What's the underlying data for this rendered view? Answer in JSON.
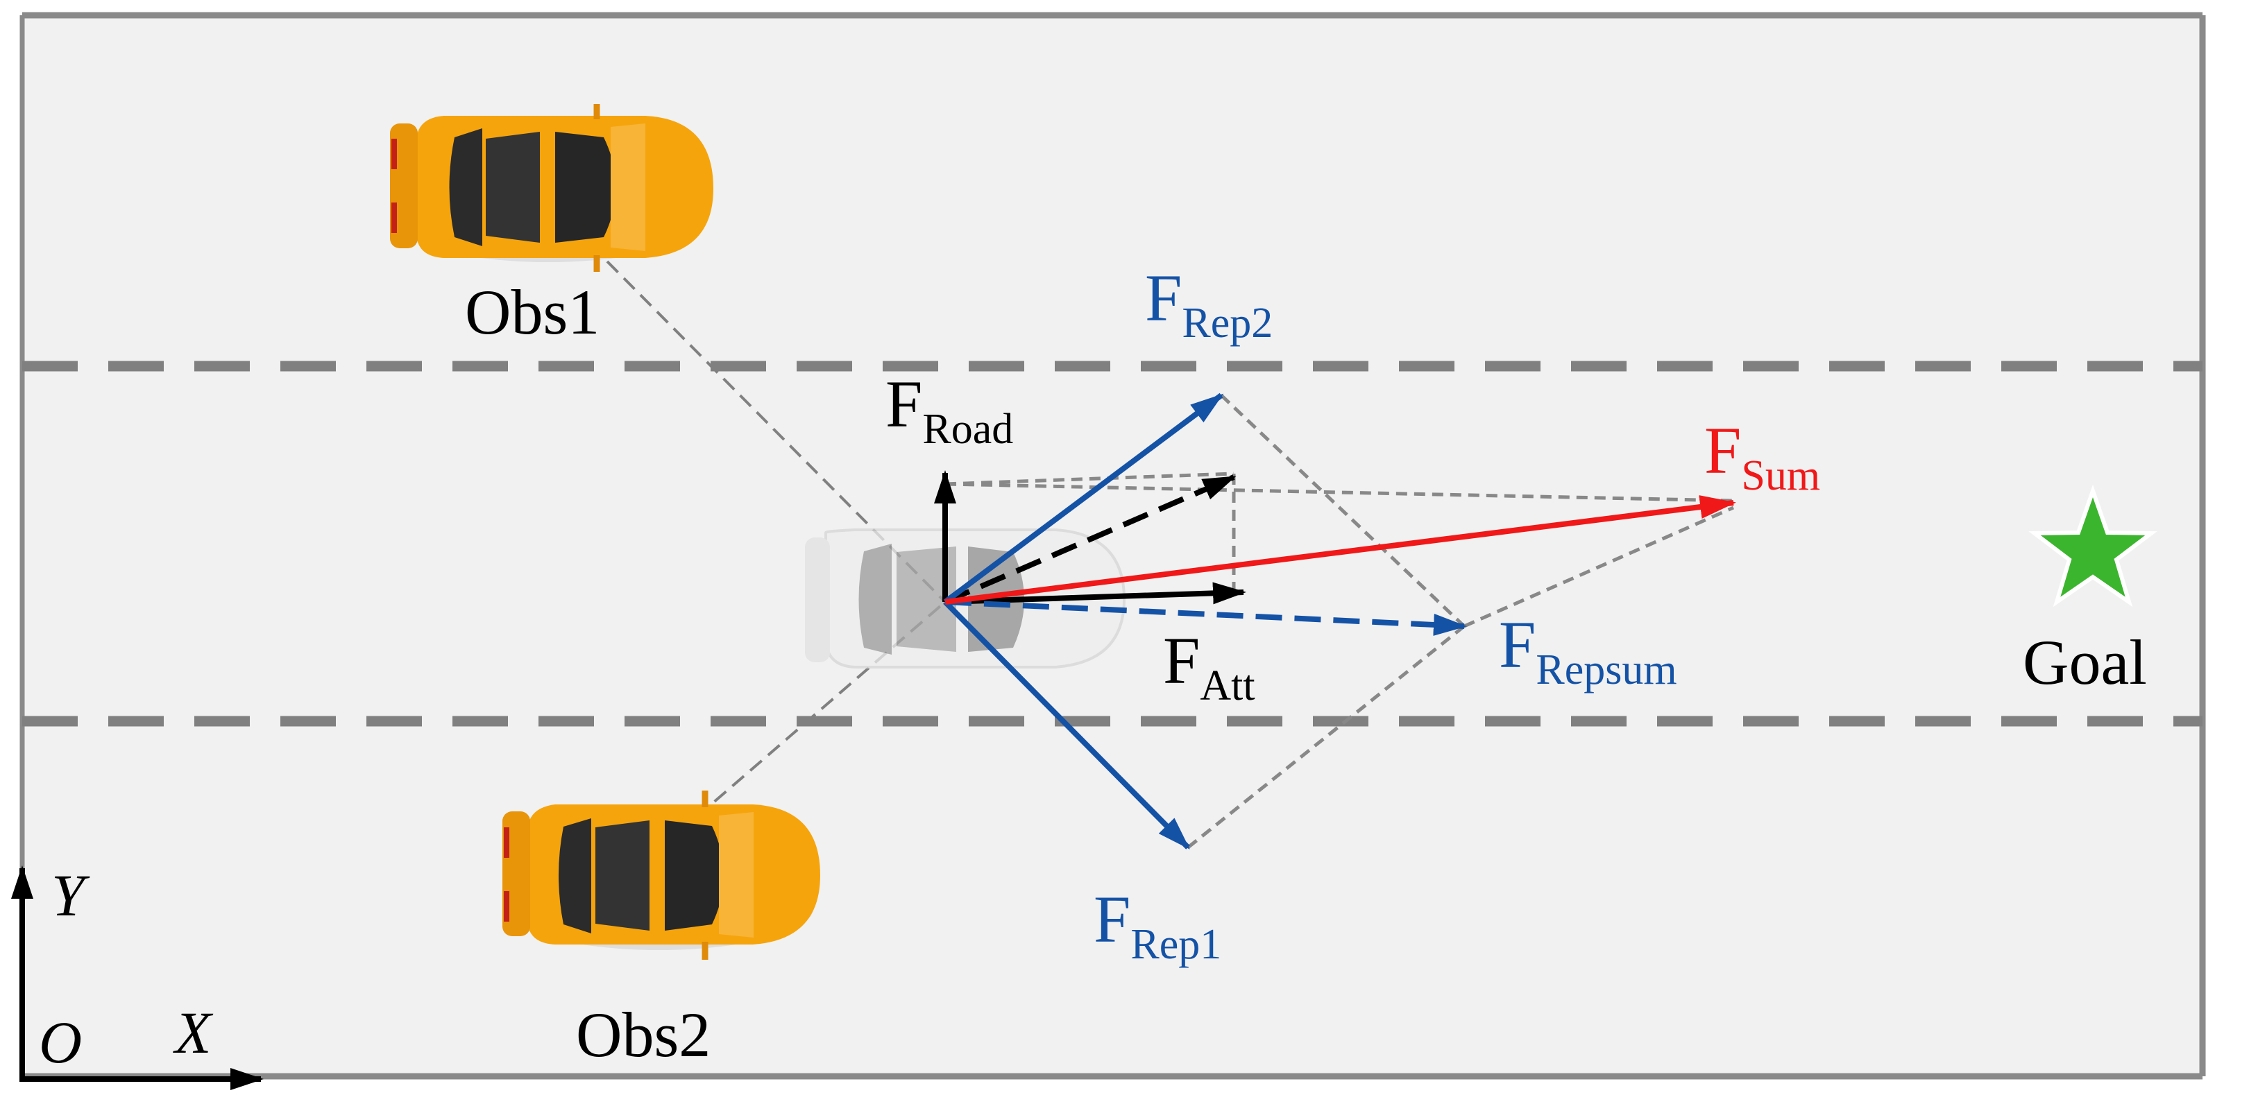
{
  "colors": {
    "road": "#f1f1f1",
    "border": "#8a8a8a",
    "lane": "#808080",
    "blue": "#1452a6",
    "red": "#f01818",
    "black": "#000000",
    "goal": "#3cb52e",
    "obstacle_car": "#f6a40c",
    "ego_car": "#eeeeee"
  },
  "obstacles": [
    {
      "label": "Obs1"
    },
    {
      "label": "Obs2"
    }
  ],
  "goal": {
    "label": "Goal",
    "icon": "star-icon"
  },
  "forces": {
    "road": {
      "main": "F",
      "sub": "Road"
    },
    "att": {
      "main": "F",
      "sub": "Att"
    },
    "rep1": {
      "main": "F",
      "sub": "Rep1"
    },
    "rep2": {
      "main": "F",
      "sub": "Rep2"
    },
    "repsum": {
      "main": "F",
      "sub": "Repsum"
    },
    "sum": {
      "main": "F",
      "sub": "Sum"
    }
  },
  "axes": {
    "y": "Y",
    "x": "X",
    "origin": "O"
  }
}
